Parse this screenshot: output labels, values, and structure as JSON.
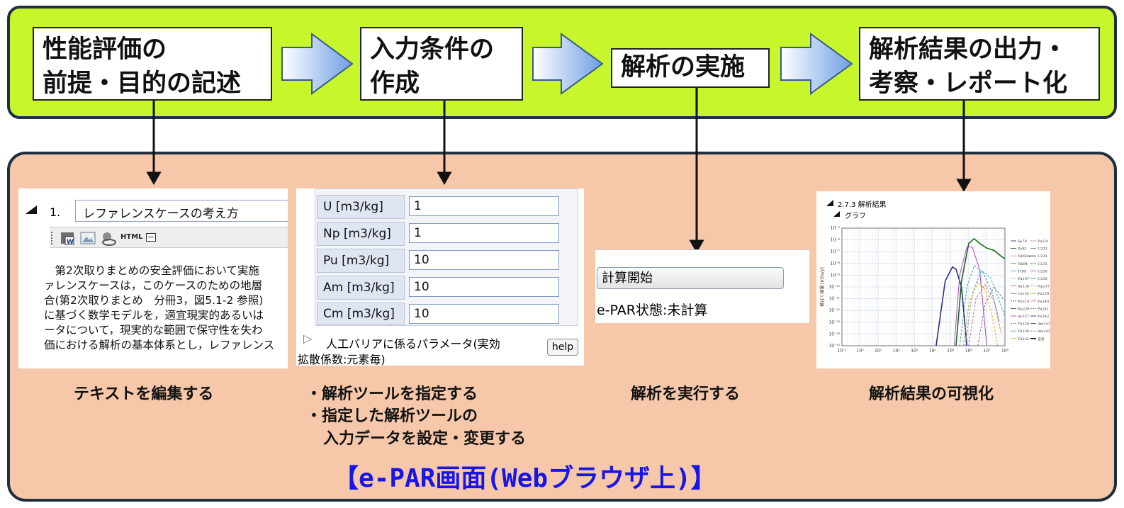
{
  "workflow": {
    "steps": [
      {
        "line1": "性能評価の",
        "line2": "前提・目的の記述"
      },
      {
        "line1": "入力条件の",
        "line2": "作成"
      },
      {
        "line1": "解析の実施",
        "line2": ""
      },
      {
        "line1": "解析結果の出力・",
        "line2": "考察・レポート化"
      }
    ]
  },
  "panel_text_editor": {
    "section_number": "1.",
    "section_title": "レファレンスケースの考え方",
    "toolbar_html": "HTML",
    "body": "　第2次取りまとめの安全評価において実施\nァレンスケースは，このケースのための地層\n合(第2次取りまとめ　分冊3，図5.1-2 参照)\nに基づく数学モデルを，適宜現実的あるいは\nータについて，現実的な範囲で保守性を失わ\n価における解析の基本体系とし，レファレンス"
  },
  "panel_parameters": {
    "rows": [
      {
        "label": "U [m3/kg]",
        "value": "1"
      },
      {
        "label": "Np [m3/kg]",
        "value": "1"
      },
      {
        "label": "Pu [m3/kg]",
        "value": "10"
      },
      {
        "label": "Am [m3/kg]",
        "value": "10"
      },
      {
        "label": "Cm [m3/kg]",
        "value": "10"
      }
    ],
    "section_line1": "人工バリアに係るパラメータ(実効",
    "section_line2": "拡散係数:元素毎)",
    "help_label": "help"
  },
  "panel_execute": {
    "button_label": "計算開始",
    "status_text": "e-PAR状態:未計算"
  },
  "panel_results": {
    "heading": "2.7.3 解析結果",
    "subheading": "グラフ",
    "chart_data": {
      "type": "line",
      "ylabel": "被ばく線量 [mSv/y]",
      "x_ticks": [
        "10⁻¹",
        "10⁰",
        "10¹",
        "10²",
        "10³",
        "10⁴",
        "10⁵",
        "10⁶",
        "10⁷",
        "10⁸"
      ],
      "y_ticks": [
        "10⁻⁵",
        "10⁻⁶",
        "10⁻⁷",
        "10⁻⁸",
        "10⁻⁹",
        "10⁻¹⁰",
        "10⁻¹¹",
        "10⁻¹²",
        "10⁻¹³",
        "10⁻¹⁴",
        "10⁻¹⁵"
      ],
      "x_log": true,
      "y_log": true,
      "xlim_exp": [
        -1,
        8
      ],
      "ylim_exp": [
        -15,
        -5
      ],
      "legend": [
        "Se79",
        "Zr93",
        "Nb93m",
        "Nb94",
        "Tc99",
        "Pd107",
        "Sn126",
        "Cs135",
        "Pb210",
        "Ra226",
        "Ac227",
        "Th229",
        "Th230",
        "Th232",
        "Pu231",
        "U233",
        "U234",
        "U235",
        "U236",
        "U238",
        "Np237",
        "Pu239",
        "Pu240",
        "Pu241",
        "Pu242",
        "Am241",
        "Am243",
        "合計"
      ],
      "legend_position": "right",
      "series": [
        {
          "color": "#2b2b8a",
          "points": [
            [
              4.2,
              -15
            ],
            [
              4.7,
              -9.5
            ],
            [
              5.1,
              -8.3
            ],
            [
              5.3,
              -8.5
            ],
            [
              5.6,
              -10
            ],
            [
              5.9,
              -15
            ]
          ]
        },
        {
          "color": "#1b6b1b",
          "points": [
            [
              5.3,
              -15
            ],
            [
              5.6,
              -9.5
            ],
            [
              6.0,
              -6.3
            ],
            [
              6.3,
              -5.9
            ],
            [
              6.6,
              -6.3
            ],
            [
              7.0,
              -6.7
            ],
            [
              7.4,
              -6.9
            ],
            [
              7.8,
              -7.4
            ],
            [
              8.0,
              -7.6
            ]
          ]
        },
        {
          "color": "#b044c8",
          "points": [
            [
              5.2,
              -15
            ],
            [
              5.5,
              -9
            ],
            [
              5.9,
              -6.6
            ],
            [
              6.2,
              -6.6
            ],
            [
              6.6,
              -8.5
            ],
            [
              7.0,
              -15
            ]
          ]
        },
        {
          "color": "#2e9b9b",
          "points": [
            [
              5.5,
              -15
            ],
            [
              5.9,
              -10
            ],
            [
              6.3,
              -8.2
            ],
            [
              6.8,
              -8.8
            ],
            [
              7.3,
              -10.5
            ],
            [
              7.7,
              -13
            ]
          ]
        },
        {
          "color": "#4aa3e0",
          "points": [
            [
              5.8,
              -15
            ],
            [
              6.2,
              -10.5
            ],
            [
              6.7,
              -8.6
            ],
            [
              7.2,
              -9.2
            ],
            [
              7.6,
              -10.8
            ],
            [
              8.0,
              -12.5
            ]
          ]
        },
        {
          "color": "#d9b400",
          "points": [
            [
              5.7,
              -15
            ],
            [
              6.0,
              -11.5
            ],
            [
              6.5,
              -9.6
            ],
            [
              6.9,
              -10.2
            ],
            [
              7.3,
              -12.5
            ],
            [
              7.6,
              -15
            ]
          ]
        },
        {
          "color": "#e05a8a",
          "points": [
            [
              6.0,
              -15
            ],
            [
              6.4,
              -11
            ],
            [
              6.9,
              -9.8
            ],
            [
              7.4,
              -11.2
            ],
            [
              7.8,
              -14
            ]
          ]
        },
        {
          "color": "#7a7a7a",
          "points": [
            [
              6.5,
              -15
            ],
            [
              6.9,
              -11.5
            ],
            [
              7.4,
              -10
            ],
            [
              7.9,
              -11
            ]
          ]
        }
      ]
    }
  },
  "captions": {
    "text_editor": "テキストを編集する",
    "parameters_line1": "・解析ツールを指定する",
    "parameters_line2": "・指定した解析ツールの",
    "parameters_line3": "入力データを設定・変更する",
    "execute": "解析を実行する",
    "results": "解析結果の可視化"
  },
  "footer": {
    "title": "【e-PAR画面(Webブラウザ上)】"
  },
  "colors": {
    "flow_band": "#c6f62b",
    "screen_band": "#f6c8a9",
    "footer_text": "#1616e8",
    "arrow_fill": "#8fb6ee"
  }
}
